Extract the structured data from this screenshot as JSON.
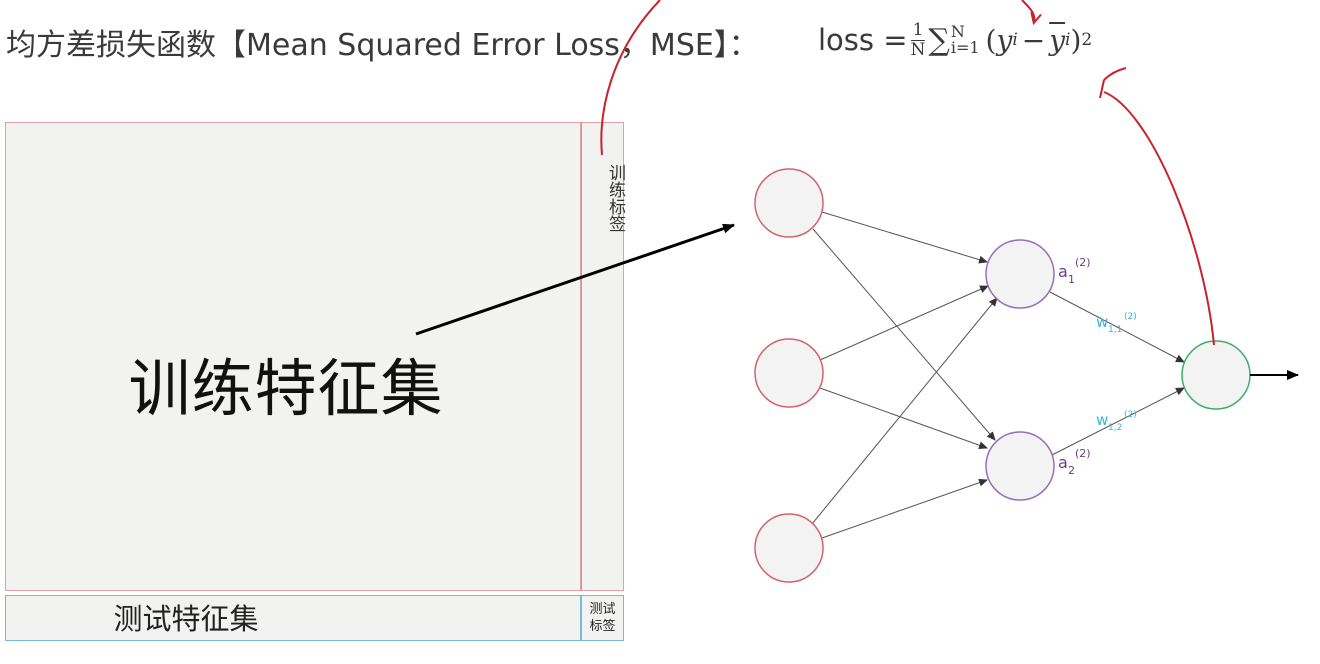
{
  "header": {
    "title": "均方差损失函数【Mean Squared Error Loss，MSE】：",
    "loss_word": "loss =",
    "frac_num": "1",
    "frac_den": "N",
    "sum_symbol": "∑",
    "sum_upper": "N",
    "sum_lower": "i=1",
    "open_paren": "(",
    "y": "y",
    "y_sub": "i",
    "minus": "−",
    "ybar": "y",
    "ybar_sub": "i",
    "close_paren": ")",
    "power": "2"
  },
  "dataset": {
    "train_features": "训练特征集",
    "train_labels": "训练标签",
    "test_features": "测试特征集",
    "test_labels_line1": "测试",
    "test_labels_line2": "标签"
  },
  "network": {
    "hidden1_label": "a",
    "hidden1_sub": "1",
    "hidden1_sup": "(2)",
    "hidden2_label": "a",
    "hidden2_sub": "2",
    "hidden2_sup": "(2)",
    "weight1_label": "w",
    "weight1_sub": "1,1",
    "weight1_sup": "(2)",
    "weight2_label": "w",
    "weight2_sub": "1,2",
    "weight2_sup": "(2)"
  },
  "colors": {
    "input_node": "#d4626e",
    "hidden_node": "#9270b8",
    "output_node": "#3fae6a",
    "weight_text": "#3bb3d6",
    "hidden_text": "#6a3d8f",
    "annotation_red": "#c8222c"
  }
}
